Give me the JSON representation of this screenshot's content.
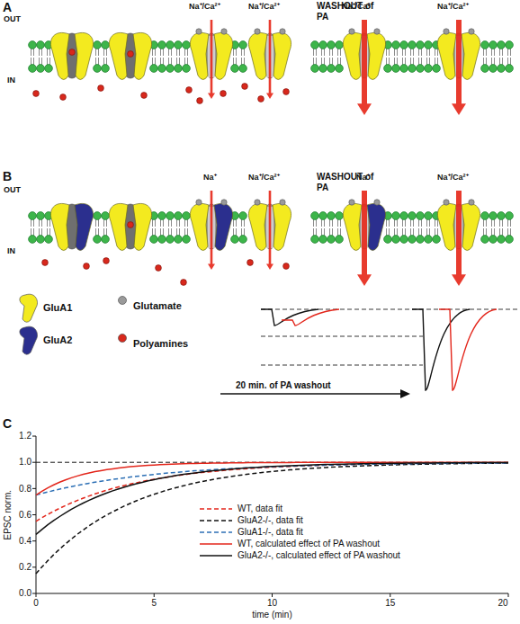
{
  "diagram": {
    "labels": [
      "A",
      "OUT",
      "IN",
      "Na⁺/Ca²⁺",
      "Na⁺/Ca²⁺",
      "WASHOUT of PA",
      "Na⁺/Ca²⁺",
      "Na⁺/Ca²⁺",
      "B",
      "OUT",
      "IN",
      "Na⁺",
      "Na⁺/Ca²⁺",
      "WASHOUT of PA",
      "Na⁺",
      "Na⁺/Ca²⁺",
      "20 min. of PA washout",
      "C",
      "1.2",
      "1.0",
      "0.8",
      "0.6",
      "0.4",
      "0.2",
      "0.0",
      "0",
      "5",
      "10",
      "15",
      "20",
      "EPSC norm.",
      "time (min)"
    ],
    "legend": [
      {
        "text": "GluA1",
        "color": "#f3ea1f"
      },
      {
        "text": "Glutamate",
        "color": "#9a9a9a"
      },
      {
        "text": "GluA2",
        "color": "#2b2f8e"
      },
      {
        "text": "Polyamines",
        "color": "#d8281c"
      },
      {
        "text": "WT, data fit"
      },
      {
        "text": "GluA2-/-, data fit"
      },
      {
        "text": "GluA1-/-, data fit"
      },
      {
        "text": "WT, calculated effect of PA washout"
      },
      {
        "text": "GluA2-/-, calculated effect of PA washout"
      }
    ]
  }
}
